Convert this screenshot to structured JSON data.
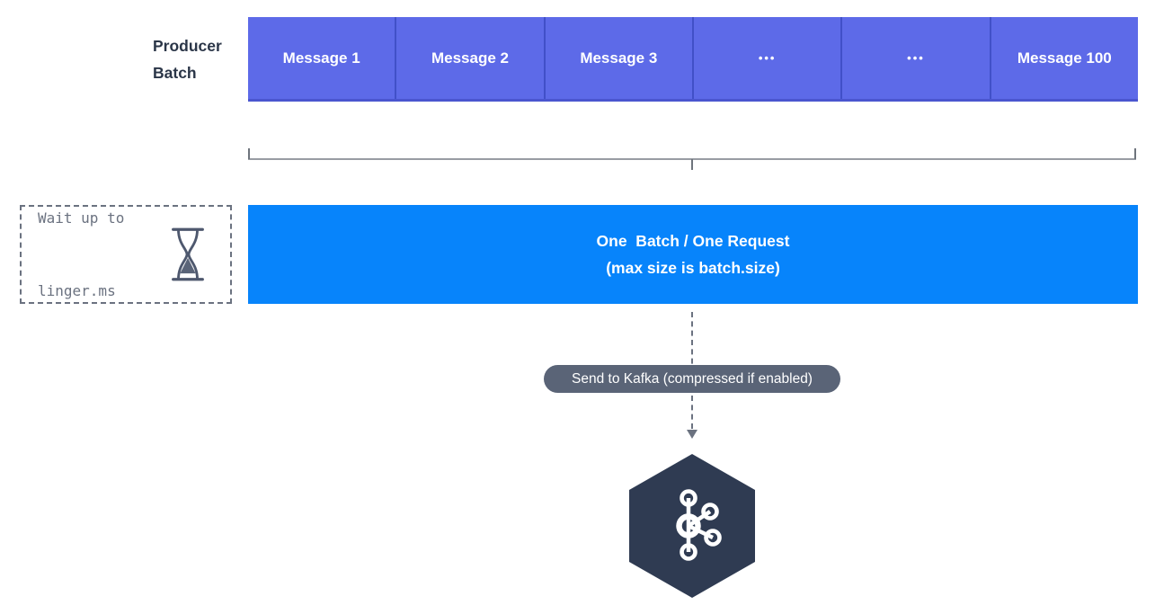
{
  "diagram": {
    "title_semantic": "Kafka producer batching diagram"
  },
  "producer_batch": {
    "label": "Producer Batch"
  },
  "batch": {
    "messages": [
      "Message 1",
      "Message 2",
      "Message 3",
      "•••",
      "•••",
      "Message 100"
    ]
  },
  "linger_box": {
    "line1": "Wait up to",
    "line2": "linger.ms",
    "icon": "hourglass-icon"
  },
  "request_bar": {
    "line1": "One  Batch / One Request",
    "line2": "(max size is batch.size)"
  },
  "send_pill": {
    "label": "Send to Kafka (compressed if enabled)"
  },
  "kafka": {
    "icon": "kafka-logo-icon"
  },
  "colors": {
    "message_fill": "#5d6ae8",
    "message_divider": "#4150c8",
    "request_bar_blue": "#0784fb",
    "pill_slate": "#5a6477",
    "hexagon_navy": "#2f3b52",
    "muted_gray": "#6b7280",
    "label_dark": "#2b3648"
  }
}
